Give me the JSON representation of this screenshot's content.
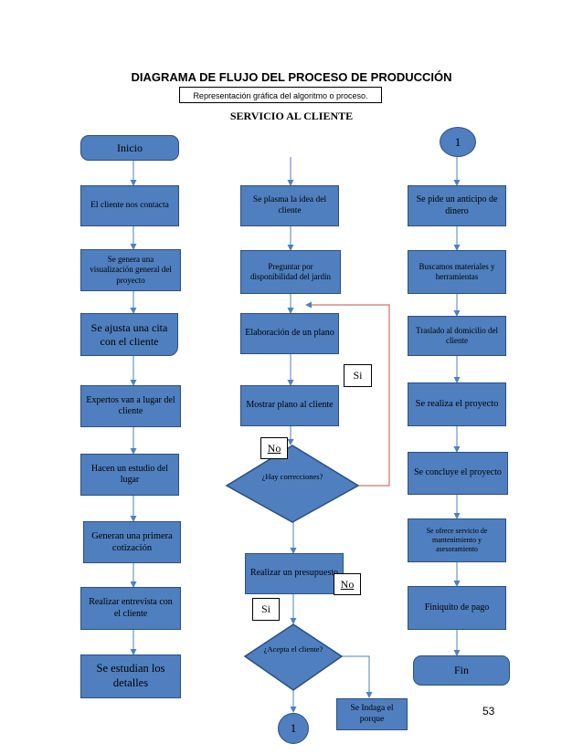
{
  "title": "DIAGRAMA DE FLUJO DEL PROCESO DE PRODUCCIÓN",
  "subtitle": "Representación gráfica del algoritmo o proceso.",
  "section_title": "SERVICIO AL CLIENTE",
  "page_number": "53",
  "colors": {
    "node_fill": "#4f7fbf",
    "node_border": "#2b4f80",
    "arrow": "#4f7fbf",
    "loop_arrow": "#c0504d"
  },
  "col1": {
    "start": "Inicio",
    "n1": "El cliente nos contacta",
    "n2": "Se genera una visualización general del proyecto",
    "n3": "Se ajusta una cita con el cliente",
    "n4": "Expertos van a lugar del cliente",
    "n5": "Hacen un estudio del lugar",
    "n6": "Generan una primera cotización",
    "n7": "Realizar entrevista con el cliente",
    "n8": "Se estudian los detalles"
  },
  "col2": {
    "n1": "Se plasma la idea del cliente",
    "n2": "Preguntar por disponibilidad del jardín",
    "n3": "Elaboración de un plano",
    "n4": "Mostrar plano al cliente",
    "d1": "¿Hay correcciones?",
    "n5": "Realizar un presupuesto",
    "d2": "¿Acepta el cliente?",
    "n6": "Se Indaga el porque",
    "connector": "1"
  },
  "col3": {
    "connector": "1",
    "n1": "Se pide un anticipo de dinero",
    "n2": "Buscamos materiales y herramientas",
    "n3": "Traslado al domicilio del cliente",
    "n4": "Se realiza el proyecto",
    "n5": "Se concluye el proyecto",
    "n6": "Se ofrece servicio de mantenimiento y asesoramiento",
    "n7": "Finiquito de pago",
    "end": "Fin"
  },
  "labels": {
    "si_1": "Si",
    "no_1": "No",
    "no_2": "No",
    "si_2": "Si"
  }
}
